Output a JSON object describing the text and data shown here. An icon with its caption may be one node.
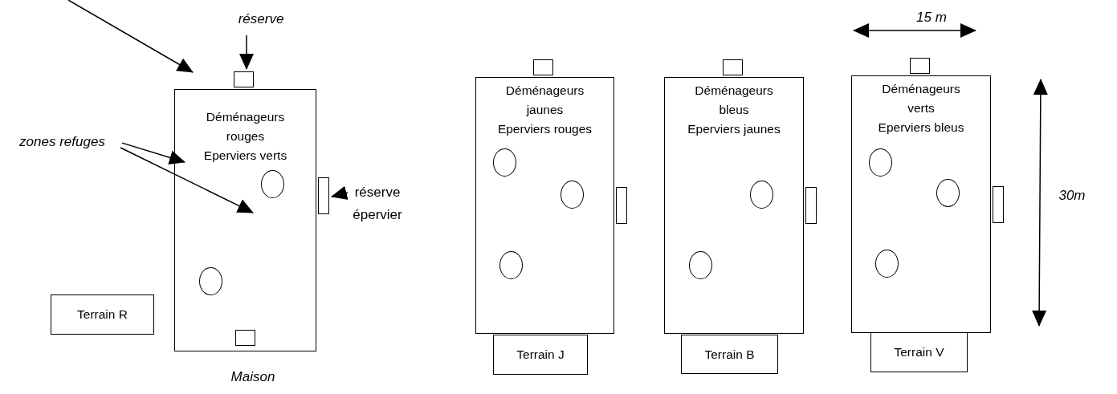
{
  "diagram": {
    "nodes": [
      {
        "text": [],
        "shape": "box"
      },
      {
        "text": [
          "Déménageurs rouges",
          "Eperviers verts"
        ]
      },
      {
        "text": [],
        "shape": "circle",
        "in": 1
      },
      {
        "text": [],
        "shape": "circle",
        "in": 1
      },
      {
        "text": [],
        "shape": "box",
        "in": 1
      },
      {
        "text": [],
        "shape": "box"
      },
      {
        "text": [
          "Terrain R"
        ]
      },
      {
        "text": [
          "réserve"
        ]
      },
      {
        "text": [
          "zones refuges"
        ]
      },
      {
        "text": [
          "réserve épervier"
        ]
      },
      {
        "text": [],
        "shape": "box"
      },
      {
        "text": [
          "Déménageurs jaunes",
          "Eperviers rouges"
        ]
      },
      {
        "text": [],
        "shape": "circle",
        "in": 11
      },
      {
        "text": [],
        "shape": "circle",
        "in": 11
      },
      {
        "text": [],
        "shape": "circle",
        "in": 11
      },
      {
        "text": [],
        "shape": "box"
      },
      {
        "text": [
          "Terrain J"
        ]
      },
      {
        "text": [],
        "shape": "box"
      },
      {
        "text": [
          "Déménageurs bleus",
          "Eperviers jaunes"
        ]
      },
      {
        "text": [],
        "shape": "circle",
        "in": 18
      },
      {
        "text": [],
        "shape": "circle",
        "in": 18
      },
      {
        "text": [],
        "shape": "box"
      },
      {
        "text": [
          "Terrain B"
        ]
      },
      {
        "text": [],
        "shape": "box"
      },
      {
        "text": [
          "Déménageurs verts",
          "Eperviers bleus"
        ]
      },
      {
        "text": [],
        "shape": "circle",
        "in": 24
      },
      {
        "text": [],
        "shape": "circle",
        "in": 24
      },
      {
        "text": [],
        "shape": "circle",
        "in": 24
      },
      {
        "text": [],
        "shape": "box"
      },
      {
        "text": [
          "Terrain V"
        ]
      }
    ],
    "edges": [
      {
        "from": null,
        "to": 1,
        "arrow": "to"
      },
      {
        "from": 7,
        "to": 0,
        "arrow": "to"
      },
      {
        "from": 8,
        "to": 1,
        "arrow": "to"
      },
      {
        "from": 8,
        "to": 2,
        "arrow": "to"
      },
      {
        "from": 9,
        "to": 5,
        "arrow": "to"
      }
    ],
    "labels": [
      "Maison",
      "15 m",
      "30m"
    ]
  }
}
